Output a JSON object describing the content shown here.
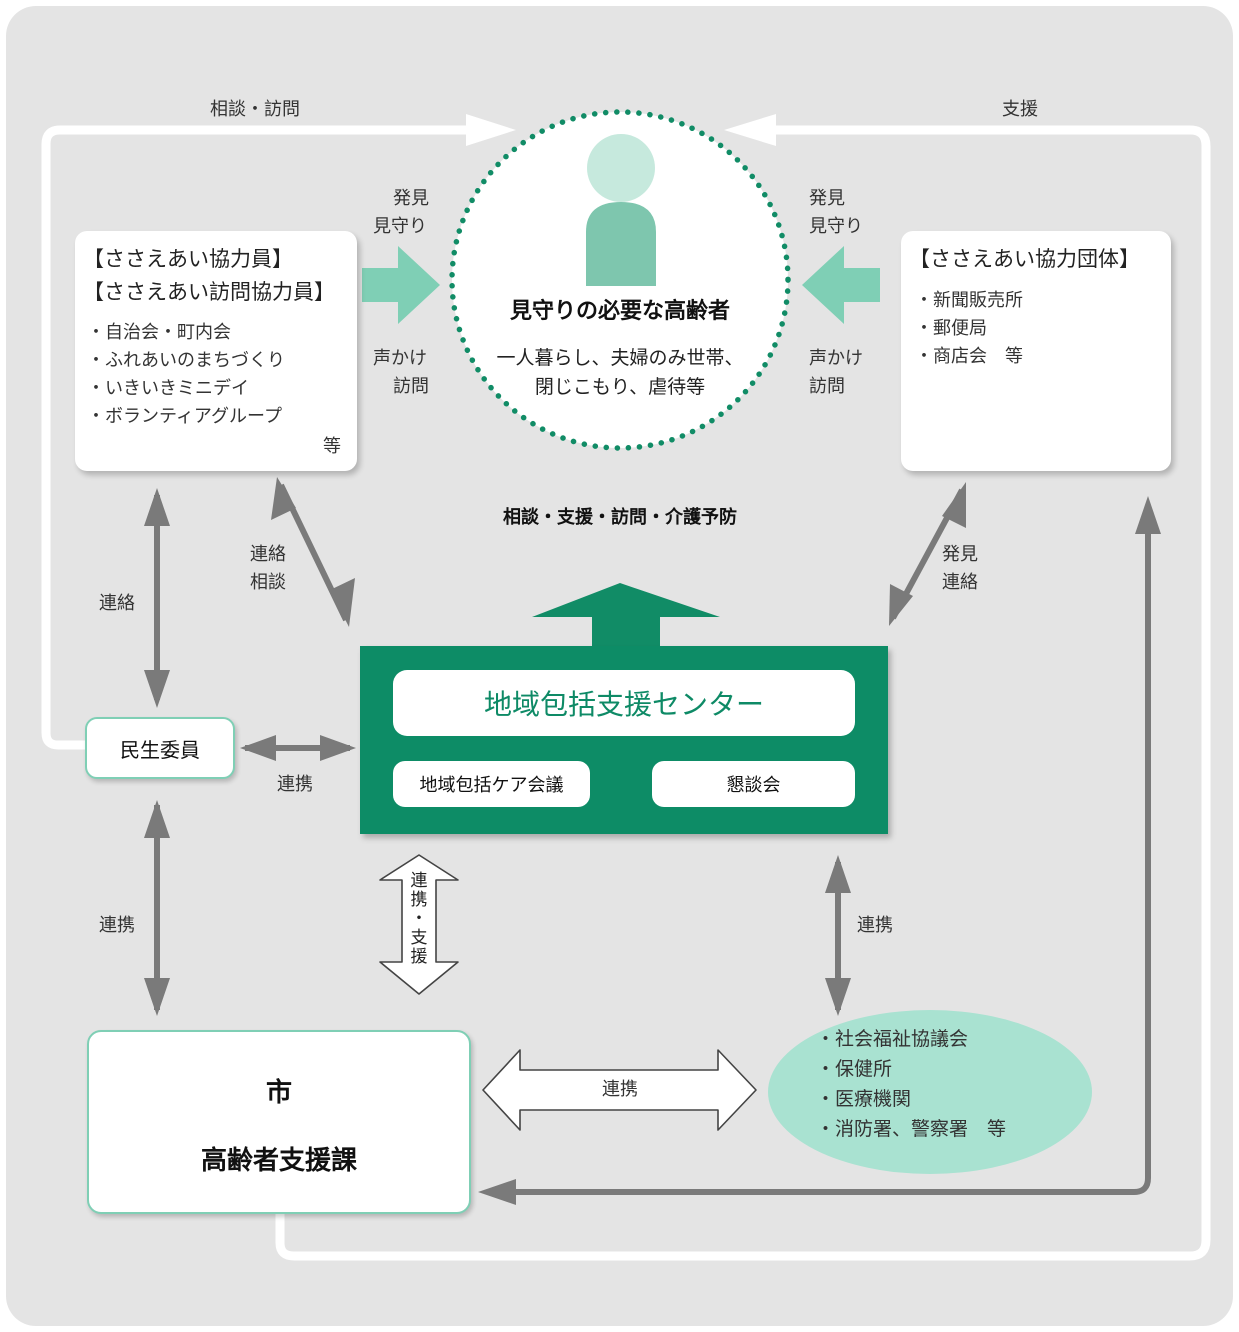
{
  "colors": {
    "background_panel": "#e4e4e4",
    "dark_green": "#118c66",
    "light_green": "#7fcfb5",
    "mint": "#a9e2d1",
    "gray_arrow": "#7a7a7a",
    "white": "#ffffff"
  },
  "icons": {
    "person": "person-silhouette-icon"
  },
  "elder": {
    "title": "見守りの必要な高齢者",
    "line1": "一人暮らし、夫婦のみ世帯、",
    "line2": "閉じこもり、虐待等"
  },
  "left_box": {
    "title1": "【ささえあい協力員】",
    "title2": "【ささえあい訪問協力員】",
    "items": [
      "・自治会・町内会",
      "・ふれあいのまちづくり",
      "・いきいきミニデイ",
      "・ボランティアグループ"
    ],
    "suffix": "等"
  },
  "right_box": {
    "title": "【ささえあい協力団体】",
    "items": [
      "・新聞販売所",
      "・郵便局",
      "・商店会　等"
    ]
  },
  "center": {
    "title": "地域包括支援センター",
    "sub1": "地域包括ケア会議",
    "sub2": "懇談会"
  },
  "minsei": {
    "label": "民生委員"
  },
  "city": {
    "line1": "市",
    "line2": "高齢者支援課"
  },
  "partners": {
    "items": [
      "・社会福祉協議会",
      "・保健所",
      "・医療機関",
      "・消防署、警察署　等"
    ]
  },
  "labels": {
    "soudan_houmon": "相談・訪問",
    "shien": "支援",
    "hakken_mimamori_left": [
      "発見",
      "見守り"
    ],
    "koekake_houmon_left": [
      "声かけ",
      "訪問"
    ],
    "hakken_mimamori_right": [
      "発見",
      "見守り"
    ],
    "koekake_houmon_right": [
      "声かけ",
      "訪問"
    ],
    "upward_services": "相談・支援・訪問・介護予防",
    "renraku_soudan": [
      "連絡",
      "相談"
    ],
    "hakken_renraku": [
      "発見",
      "連絡"
    ],
    "renraku_left": "連絡",
    "renkei_minsei": "連携",
    "renkei_left": "連携",
    "renkei_shien": [
      "連",
      "携",
      "・",
      "支",
      "援"
    ],
    "renkei_right": "連携",
    "renkei_bottom": "連携"
  }
}
